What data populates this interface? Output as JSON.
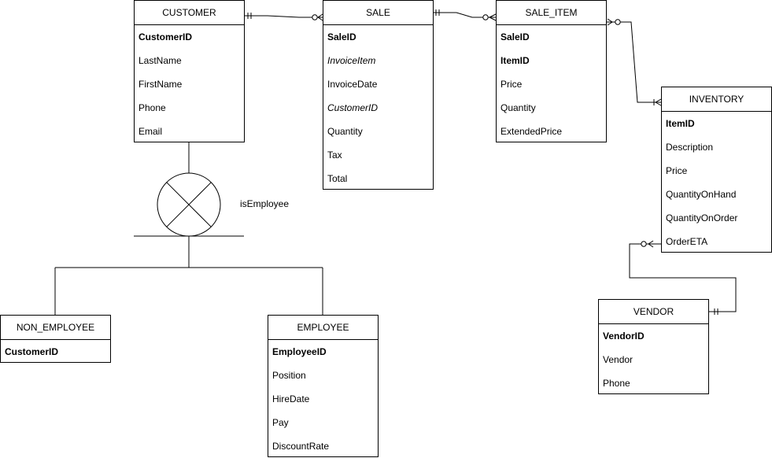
{
  "entities": {
    "customer": {
      "name": "CUSTOMER",
      "attrs": [
        {
          "label": "CustomerID",
          "kind": "pk"
        },
        {
          "label": "LastName",
          "kind": ""
        },
        {
          "label": "FirstName",
          "kind": ""
        },
        {
          "label": "Phone",
          "kind": ""
        },
        {
          "label": "Email",
          "kind": ""
        }
      ]
    },
    "sale": {
      "name": "SALE",
      "attrs": [
        {
          "label": "SaleID",
          "kind": "pk"
        },
        {
          "label": "InvoiceItem",
          "kind": "fk"
        },
        {
          "label": "InvoiceDate",
          "kind": ""
        },
        {
          "label": "CustomerID",
          "kind": "fk"
        },
        {
          "label": "Quantity",
          "kind": ""
        },
        {
          "label": "Tax",
          "kind": ""
        },
        {
          "label": "Total",
          "kind": ""
        }
      ]
    },
    "sale_item": {
      "name": "SALE_ITEM",
      "attrs": [
        {
          "label": "SaleID",
          "kind": "pk"
        },
        {
          "label": "ItemID",
          "kind": "pk"
        },
        {
          "label": "Price",
          "kind": ""
        },
        {
          "label": "Quantity",
          "kind": ""
        },
        {
          "label": "ExtendedPrice",
          "kind": ""
        }
      ]
    },
    "inventory": {
      "name": "INVENTORY",
      "attrs": [
        {
          "label": "ItemID",
          "kind": "pk"
        },
        {
          "label": "Description",
          "kind": ""
        },
        {
          "label": "Price",
          "kind": ""
        },
        {
          "label": "QuantityOnHand",
          "kind": ""
        },
        {
          "label": "QuantityOnOrder",
          "kind": ""
        },
        {
          "label": "OrderETA",
          "kind": ""
        }
      ]
    },
    "vendor": {
      "name": "VENDOR",
      "attrs": [
        {
          "label": "VendorID",
          "kind": "pk"
        },
        {
          "label": "Vendor",
          "kind": ""
        },
        {
          "label": "Phone",
          "kind": ""
        }
      ]
    },
    "non_employee": {
      "name": "NON_EMPLOYEE",
      "attrs": [
        {
          "label": "CustomerID",
          "kind": "pk"
        }
      ]
    },
    "employee": {
      "name": "EMPLOYEE",
      "attrs": [
        {
          "label": "EmployeeID",
          "kind": "pk"
        },
        {
          "label": "Position",
          "kind": ""
        },
        {
          "label": "HireDate",
          "kind": ""
        },
        {
          "label": "Pay",
          "kind": ""
        },
        {
          "label": "DiscountRate",
          "kind": ""
        }
      ]
    }
  },
  "subtype": {
    "discriminator": "isEmployee"
  }
}
